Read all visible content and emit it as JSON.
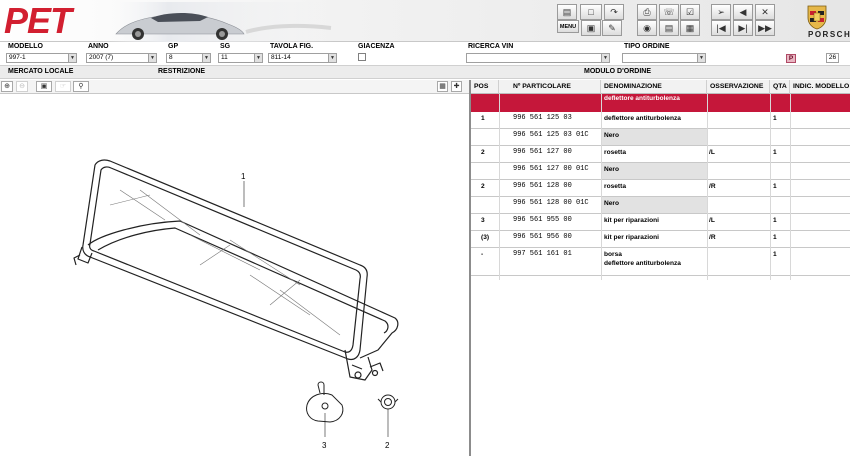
{
  "app": {
    "logo": "PET",
    "brand": "PORSCHE",
    "menu_label": "MENU"
  },
  "filters": {
    "modello": {
      "label": "MODELLO",
      "value": "997-1"
    },
    "anno": {
      "label": "ANNO",
      "value": "2007 (7)"
    },
    "gp": {
      "label": "GP",
      "value": "8"
    },
    "sg": {
      "label": "SG",
      "value": "11"
    },
    "tavola": {
      "label": "TAVOLA FIG.",
      "value": "811-14"
    },
    "giacenza": {
      "label": "GIACENZA"
    },
    "ricerca_vin": {
      "label": "RICERCA VIN",
      "value": ""
    },
    "tipo_ordine": {
      "label": "TIPO ORDINE",
      "value": ""
    },
    "p_badge": "P",
    "count": "26"
  },
  "row2": {
    "mercato": "MERCATO LOCALE",
    "restrizione": "RESTRIZIONE",
    "modulo": "MODULO D'ORDINE"
  },
  "diagram": {
    "callouts": [
      "1",
      "2",
      "3"
    ]
  },
  "table": {
    "headers": [
      "POS",
      "Nº PARTICOLARE",
      "DENOMINAZIONE",
      "OSSERVAZIONE",
      "QTA",
      "INDIC. MODELLO"
    ],
    "selected_text": "deflettore antiturbolenza",
    "rows": [
      {
        "pos": "1",
        "part": "996 561 125 03",
        "desc": "deflettore antiturbolenza",
        "obs": "",
        "qty": "1",
        "gray": false
      },
      {
        "pos": "",
        "part": "996 561 125 03 01C",
        "desc": "Nero",
        "obs": "",
        "qty": "",
        "gray": true
      },
      {
        "pos": "2",
        "part": "996 561 127 00",
        "desc": "rosetta",
        "obs": "/L",
        "qty": "1",
        "gray": false
      },
      {
        "pos": "",
        "part": "996 561 127 00 01C",
        "desc": "Nero",
        "obs": "",
        "qty": "",
        "gray": true
      },
      {
        "pos": "2",
        "part": "996 561 128 00",
        "desc": "rosetta",
        "obs": "/R",
        "qty": "1",
        "gray": false
      },
      {
        "pos": "",
        "part": "996 561 128 00 01C",
        "desc": "Nero",
        "obs": "",
        "qty": "",
        "gray": true
      },
      {
        "pos": "3",
        "part": "996 561 955 00",
        "desc": "kit per riparazioni",
        "obs": "/L",
        "qty": "1",
        "gray": false
      },
      {
        "pos": "(3)",
        "part": "996 561 956 00",
        "desc": "kit per riparazioni",
        "obs": "/R",
        "qty": "1",
        "gray": false
      },
      {
        "pos": "-",
        "part": "997 561 161 01",
        "desc": "borsa",
        "desc2": "deflettore antiturbolenza",
        "obs": "",
        "qty": "1",
        "gray": false
      }
    ]
  }
}
